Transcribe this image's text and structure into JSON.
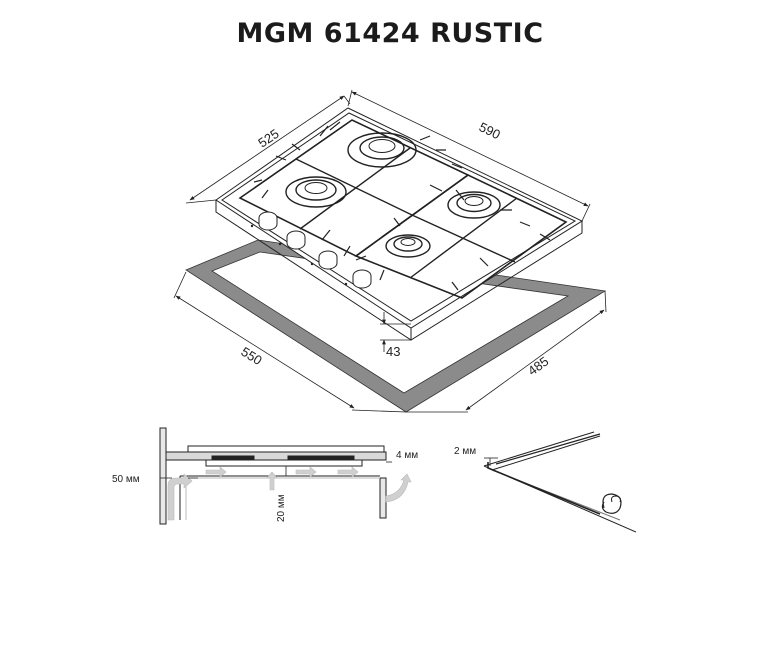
{
  "title": "MGM 61424 RUSTIC",
  "dimensions": {
    "hob_depth": "525",
    "hob_width": "590",
    "cutout_width": "550",
    "cutout_depth": "485",
    "hob_height": "43"
  },
  "installation": {
    "wall_gap": "50 мм",
    "ventilation_gap": "20 мм",
    "countertop_gap": "4 мм",
    "seal_thickness": "2 мм"
  },
  "colors": {
    "cutout": "#8a8a8a",
    "line": "#1a1a1a",
    "arrow_gray": "#bdbdbd"
  }
}
